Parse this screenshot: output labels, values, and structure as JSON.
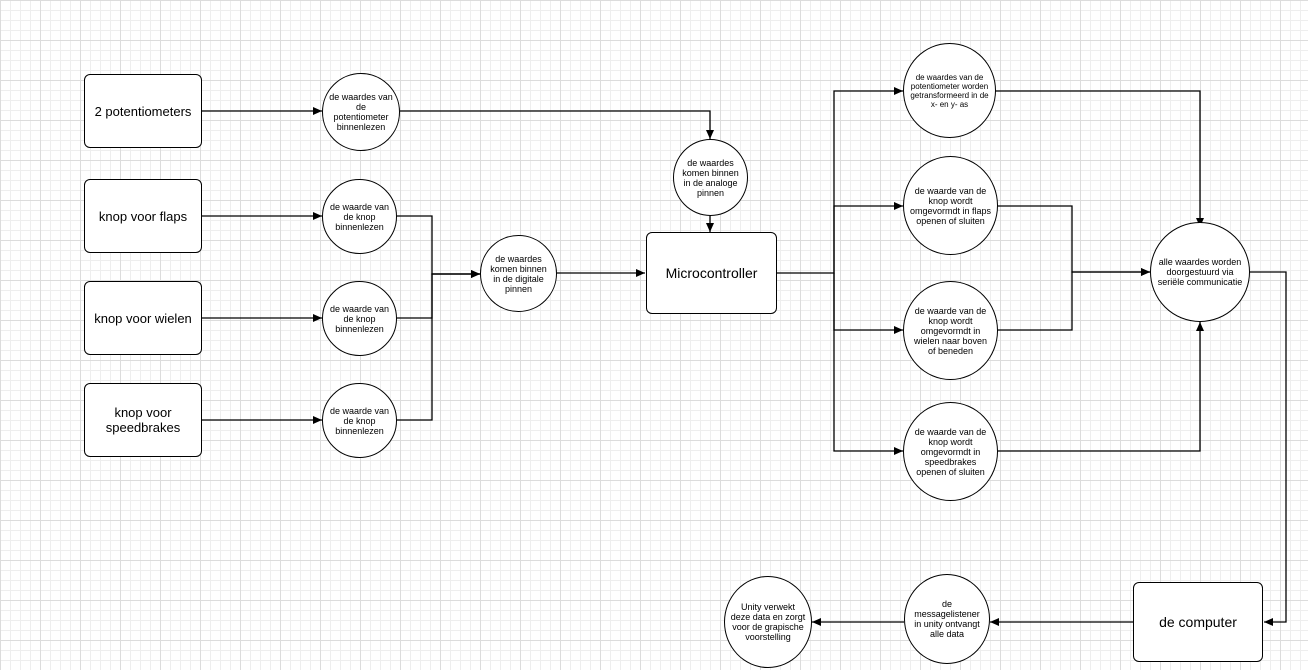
{
  "boxes": {
    "potentiometers": "2 potentiometers",
    "flaps": "knop voor flaps",
    "wielen": "knop voor wielen",
    "speedbrakes": "knop voor speedbrakes",
    "microcontroller": "Microcontroller",
    "computer": "de computer"
  },
  "circles": {
    "read_pot": "de waardes van de potentiometer binnenlezen",
    "read_flaps": "de waarde van de knop binnenlezen",
    "read_wielen": "de waarde van de knop binnenlezen",
    "read_speedbrakes": "de waarde van de knop binnenlezen",
    "digital_pins": "de waardes komen binnen in de digitale pinnen",
    "analog_pins": "de waardes komen binnen in de analoge pinnen",
    "transform_pot": "de waardes van de potentiometer worden getransformeerd in de x- en y- as",
    "convert_flaps": "de waarde van de knop wordt omgevormdt in flaps openen of sluiten",
    "convert_wielen": "de waarde van de knop wordt omgevormdt in wielen naar boven of beneden",
    "convert_speedbrakes": "de waarde van de knop wordt omgevormdt in speedbrakes openen of sluiten",
    "serial": "alle waardes worden doorgestuurd via seriële communicatie",
    "listener": "de messagelistener in unity ontvangt alle data",
    "unity": "Unity verwekt deze data en zorgt voor de grapische voorstelling"
  },
  "colors": {
    "grid_major": "#dcdcdc",
    "grid_minor": "#eeeeee",
    "stroke": "#000000"
  }
}
